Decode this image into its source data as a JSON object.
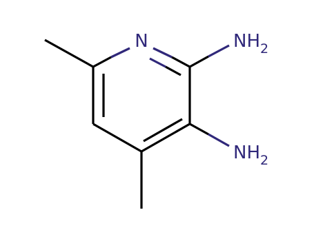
{
  "structure": {
    "atoms": {
      "ring_nitrogen": "N",
      "amine_top": {
        "main": "NH",
        "sub": "2"
      },
      "amine_bottom": {
        "main": "NH",
        "sub": "2"
      }
    }
  },
  "colors": {
    "carbon_bond": "#000000",
    "nitrogen": "#30287a",
    "background": "#ffffff"
  }
}
